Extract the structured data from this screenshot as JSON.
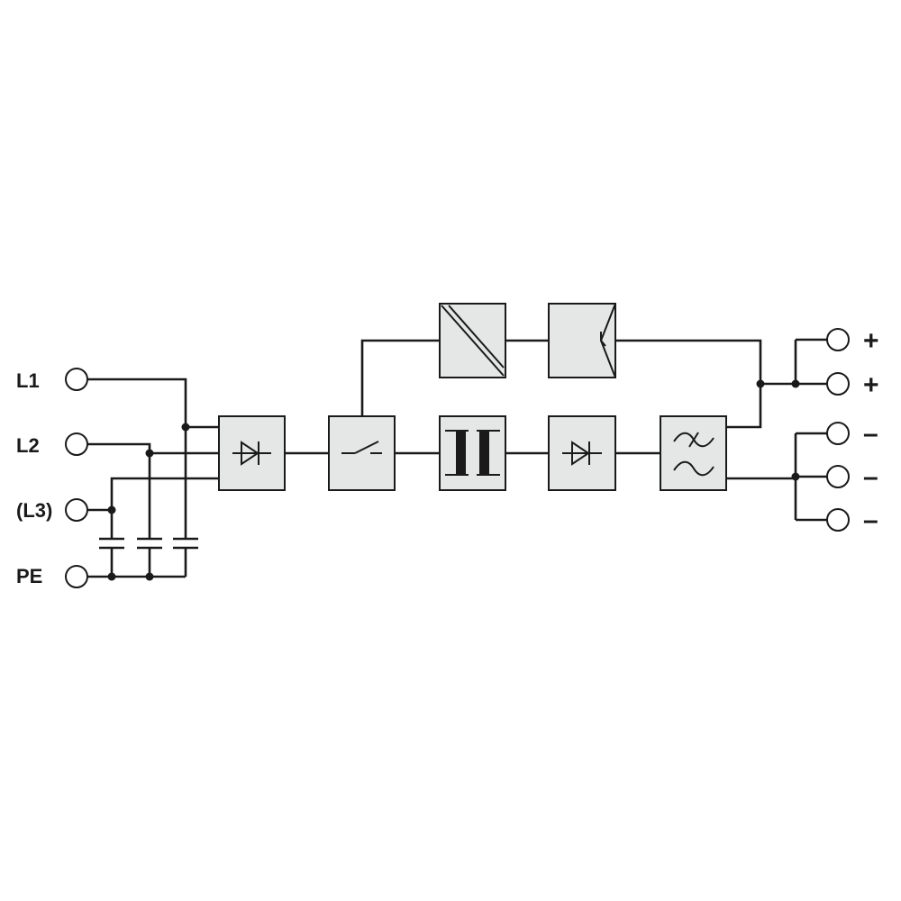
{
  "diagram": {
    "input_terminals": [
      "L1",
      "L2",
      "(L3)",
      "PE"
    ],
    "output_terminals": [
      "+",
      "+",
      "–",
      "–",
      "–"
    ],
    "blocks": [
      {
        "id": "rectifier-input",
        "icon": "diode-icon"
      },
      {
        "id": "switch",
        "icon": "switch-icon"
      },
      {
        "id": "transformer",
        "icon": "transformer-icon"
      },
      {
        "id": "rectifier-output",
        "icon": "diode-icon"
      },
      {
        "id": "filter",
        "icon": "filter-icon"
      },
      {
        "id": "dc-dc-converter",
        "icon": "converter-diagonal-icon"
      },
      {
        "id": "signal-block",
        "icon": "signal-icon"
      }
    ],
    "colors": {
      "line": "#1a1a1a",
      "block_fill": "#e5e6e6",
      "background": "#ffffff"
    }
  }
}
